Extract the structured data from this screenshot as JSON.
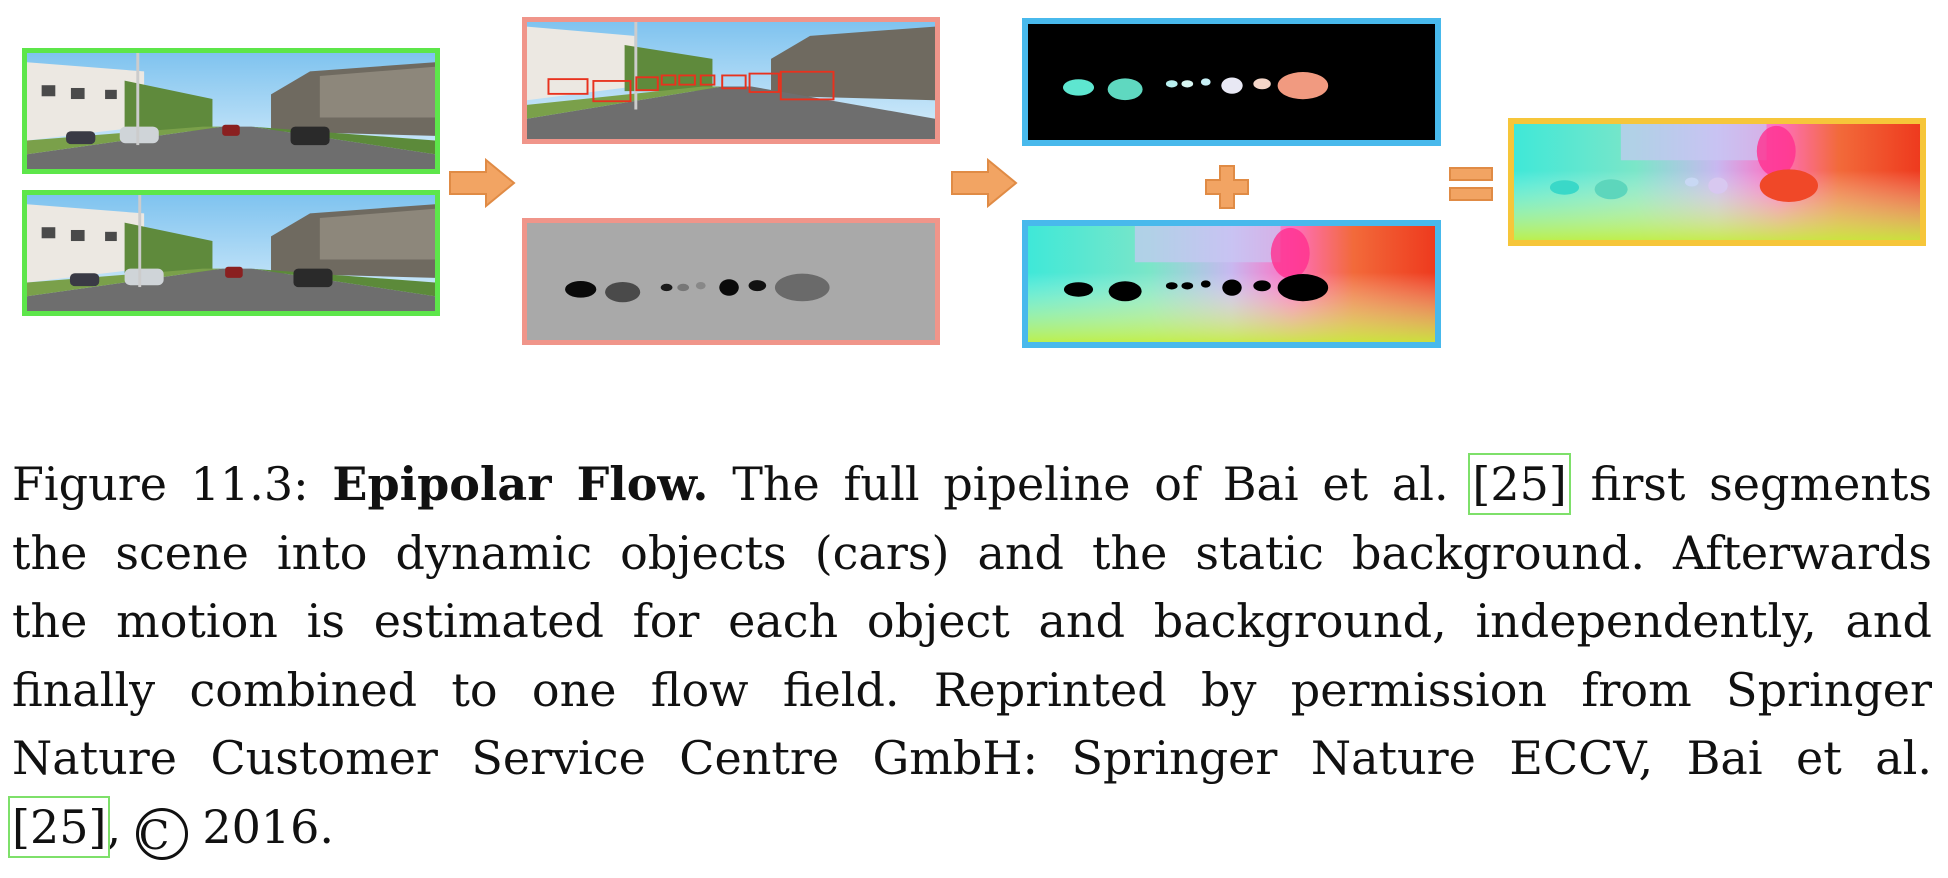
{
  "figure": {
    "icons": {
      "input_frame_1": "street-scene-photo",
      "input_frame_2": "street-scene-photo",
      "detections": "street-scene-with-red-car-boxes",
      "segmentation": "gray-instance-segmentation-map",
      "object_masks": "colored-object-masks-on-black",
      "background_flow": "color-coded-background-flow",
      "combined_flow": "color-coded-combined-flow-field",
      "arrow_1": "orange-right-arrow",
      "arrow_2": "orange-right-arrow",
      "plus": "orange-plus-sign",
      "equals": "orange-equals-sign"
    },
    "colors": {
      "input_border": "#5de64a",
      "segment_border": "#f0958a",
      "flow_border": "#48b9ec",
      "result_border": "#f6c63a",
      "operator": "#f2a463"
    }
  },
  "caption": {
    "label": "Figure 11.3:",
    "title": "Epipolar Flow.",
    "t1": "The full pipeline of Bai et al.",
    "cite": "[25]",
    "t2": "first segments",
    "l2": "the scene into dynamic objects (cars) and the static background. Afterwards",
    "l3": "the motion is estimated for each object and background, independently, and",
    "l4": "finally combined to one flow field. Reprinted by permission from Springer",
    "l5": "Nature Customer Service Centre GmbH: Springer Nature ECCV, Bai et al.",
    "copyright_symbol": "C",
    "year": "2016."
  }
}
